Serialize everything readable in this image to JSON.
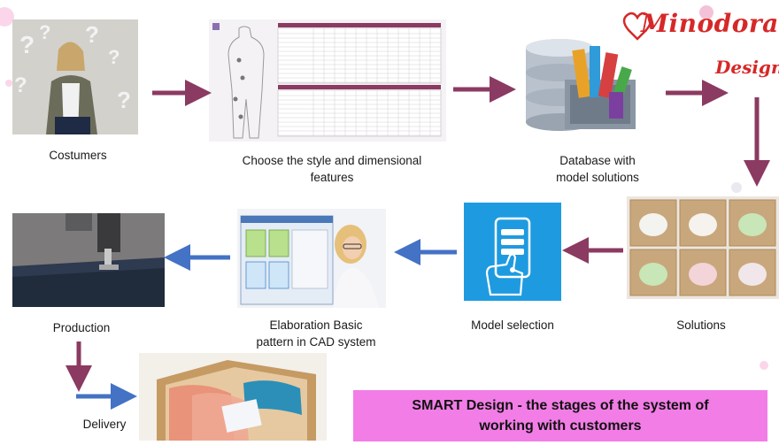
{
  "brand": {
    "name": "Minodora",
    "sub": "Design",
    "color": "#d62828"
  },
  "stages": {
    "customers": "Costumers",
    "choose_line1": "Choose the style and dimensional",
    "choose_line2": "features",
    "database_line1": "Database with",
    "database_line2": "model solutions",
    "solutions": "Solutions",
    "model_selection": "Model selection",
    "elaboration_line1": "Elaboration Basic",
    "elaboration_line2": "pattern in CAD system",
    "production": "Production",
    "delivery": "Delivery"
  },
  "title": {
    "line1": "SMART Design - the stages of the system of",
    "line2": "working with customers"
  },
  "colors": {
    "arrow_purple": "#8b3a62",
    "arrow_blue": "#4472c4",
    "title_bg": "#f27de6",
    "app_tile": "#1e9be0"
  }
}
